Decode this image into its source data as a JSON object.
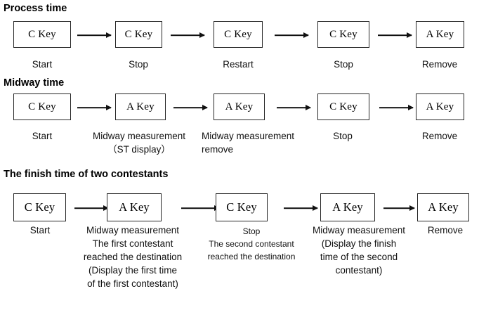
{
  "page": {
    "background": "#ffffff",
    "text_color": "#111111",
    "box_border_color": "#262626"
  },
  "sections": [
    {
      "title": "Process time",
      "steps": [
        {
          "key": "C Key",
          "caption": "Start"
        },
        {
          "key": "C Key",
          "caption": "Stop"
        },
        {
          "key": "C Key",
          "caption": "Restart"
        },
        {
          "key": "C Key",
          "caption": "Stop"
        },
        {
          "key": "A Key",
          "caption": "Remove"
        }
      ],
      "arrows": [
        "arrow-right",
        "arrow-right",
        "arrow-right",
        "arrow-right"
      ]
    },
    {
      "title": "Midway time",
      "steps": [
        {
          "key": "C Key",
          "caption": "Start"
        },
        {
          "key": "A Key",
          "caption": "Midway measurement\n（ST display）"
        },
        {
          "key": "A Key",
          "caption": "Midway measurement\nremove"
        },
        {
          "key": "C Key",
          "caption": "Stop"
        },
        {
          "key": "A Key",
          "caption": "Remove"
        }
      ],
      "arrows": [
        "arrow-right",
        "arrow-right",
        "arrow-right",
        "arrow-right"
      ]
    },
    {
      "title": "The finish time of two contestants",
      "steps": [
        {
          "key": "C Key",
          "caption": "Start"
        },
        {
          "key": "A Key",
          "caption": "Midway measurement\nThe first contestant\nreached the destination\n(Display the first time\nof the first contestant)"
        },
        {
          "key": "C Key",
          "caption": "Stop\nThe second contestant\nreached the destination"
        },
        {
          "key": "A Key",
          "caption": "Midway measurement\n(Display the finish\ntime of the second\ncontestant)"
        },
        {
          "key": "A Key",
          "caption": "Remove"
        }
      ],
      "arrows": [
        "arrow-right",
        "arrow-right",
        "arrow-right",
        "arrow-right"
      ]
    }
  ]
}
